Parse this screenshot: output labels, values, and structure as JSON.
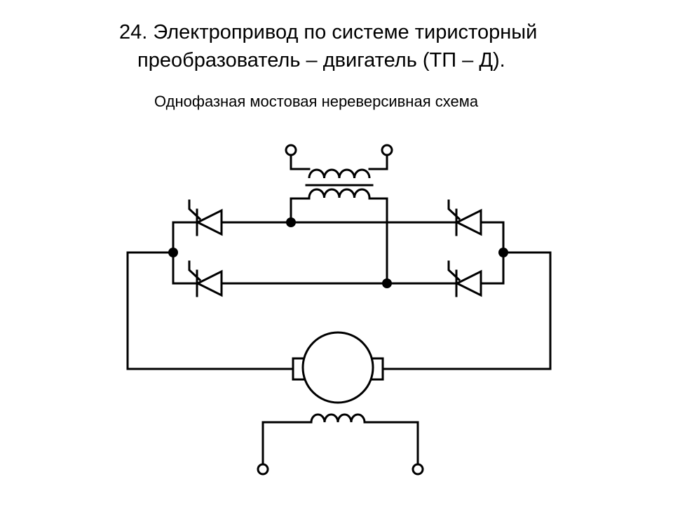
{
  "slide": {
    "title_line1": "24. Электропривод по системе тиристорный",
    "title_line2": "преобразователь – двигатель (ТП – Д).",
    "subtitle": "Однофазная мостовая нереверсивная схема"
  },
  "colors": {
    "background": "#ffffff",
    "ink": "#000000"
  }
}
